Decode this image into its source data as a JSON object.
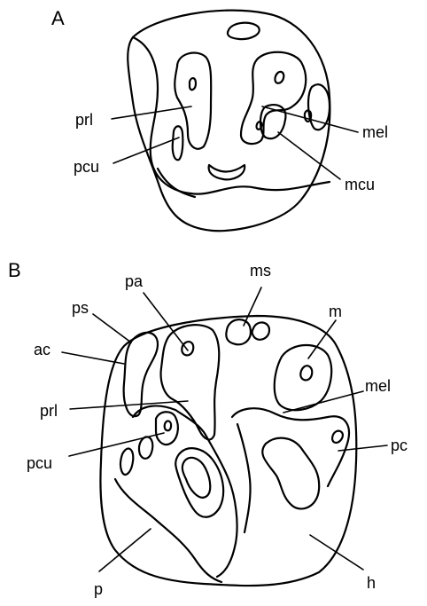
{
  "panels": {
    "a": {
      "letter": "A",
      "labels": {
        "prl": "prl",
        "pcu": "pcu",
        "mel": "mel",
        "mcu": "mcu"
      }
    },
    "b": {
      "letter": "B",
      "labels": {
        "pa": "pa",
        "ms": "ms",
        "ps": "ps",
        "m": "m",
        "ac": "ac",
        "mel": "mel",
        "prl": "prl",
        "pcu": "pcu",
        "pc": "pc",
        "h": "h",
        "p": "p"
      }
    }
  }
}
